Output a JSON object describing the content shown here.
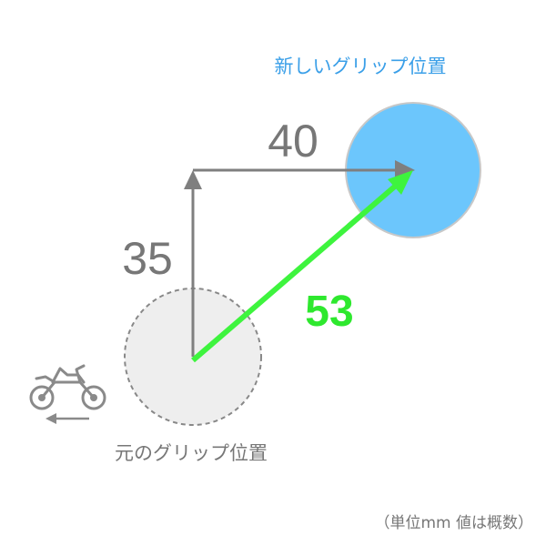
{
  "labels": {
    "new_position": "新しいグリップ位置",
    "original_position": "元のグリップ位置",
    "unit_note": "（単位mm 値は概数）",
    "horizontal_distance": "40",
    "vertical_distance": "35",
    "diagonal_distance": "53"
  },
  "icons": {
    "motorcycle": "motorcycle-icon",
    "direction_arrow": "arrow-left-icon"
  },
  "colors": {
    "new_circle_fill": "#6cc6fc",
    "new_circle_stroke": "#c8c8c8",
    "original_circle_fill": "#eeeeee",
    "original_circle_stroke": "#888888",
    "guide_arrow": "#7f7f7f",
    "diagonal_arrow": "#3ef43e",
    "diagonal_label": "#2ee82e",
    "new_label": "#3a9fe8",
    "muted_text": "#777777"
  }
}
